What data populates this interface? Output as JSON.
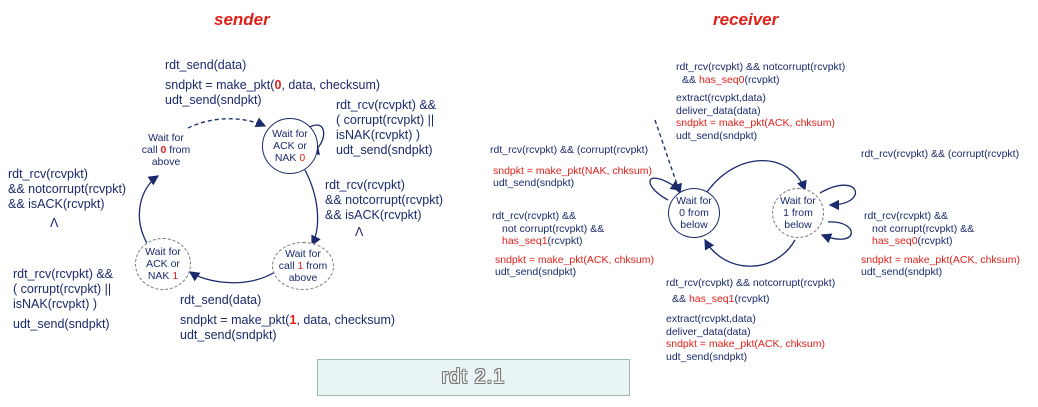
{
  "titles": {
    "sender": "sender",
    "receiver": "receiver"
  },
  "caption": "rdt 2.1",
  "sender": {
    "states": {
      "wait_call0": [
        "Wait for",
        "call ",
        "0",
        " from",
        "above"
      ],
      "wait_ack0": [
        "Wait for",
        "ACK  or",
        "NAK ",
        "0"
      ],
      "wait_call1": [
        "Wait for",
        "call ",
        "1",
        " from",
        "above"
      ],
      "wait_ack1": [
        "Wait for",
        "ACK  or",
        "NAK ",
        "1"
      ]
    },
    "t_send0": {
      "event": "rdt_send(data)",
      "a1": "sndpkt = make_pkt(",
      "a_seq": "0",
      "a2": ", data, checksum)",
      "a3": "udt_send(sndpkt)"
    },
    "t_self0": {
      "l1": "rdt_rcv(rcvpkt) &&",
      "l2": "( corrupt(rcvpkt) ||",
      "l3": "isNAK(rcvpkt) )",
      "l4": "udt_send(sndpkt)"
    },
    "t_ack0": {
      "l1": "rdt_rcv(rcvpkt)",
      "l2": "&& notcorrupt(rcvpkt)",
      "l3": "&& isACK(rcvpkt)",
      "l4": "Λ"
    },
    "t_send1": {
      "event": "rdt_send(data)",
      "a1": "sndpkt = make_pkt(",
      "a_seq": "1",
      "a2": ", data, checksum)",
      "a3": "udt_send(sndpkt)"
    },
    "t_self1": {
      "l1": "rdt_rcv(rcvpkt) &&",
      "l2": "(  corrupt(rcvpkt) ||",
      "l3": "isNAK(rcvpkt) )",
      "l4": "udt_send(sndpkt)"
    },
    "t_ack1": {
      "l1": "rdt_rcv(rcvpkt)",
      "l2": "&& notcorrupt(rcvpkt)",
      "l3": "&& isACK(rcvpkt)",
      "l4": "Λ"
    }
  },
  "receiver": {
    "states": {
      "wait0": [
        "Wait for",
        "0   from",
        "below"
      ],
      "wait1": [
        "Wait for",
        "1   from",
        "below"
      ]
    },
    "t_top": {
      "l1": "rdt_rcv(rcvpkt) && notcorrupt(rcvpkt)",
      "l2a": "&& ",
      "l2b": "has_seq0",
      "l2c": "(rcvpkt)",
      "l3": "extract(rcvpkt,data)",
      "l4": "deliver_data(data)",
      "l5": "sndpkt = make_pkt(ACK, chksum)",
      "l6": "udt_send(sndpkt)"
    },
    "t_corrupt0": {
      "l1": "rdt_rcv(rcvpkt) && (corrupt(rcvpkt)",
      "l2": "sndpkt = make_pkt(NAK, chksum)",
      "l3": "udt_send(sndpkt)"
    },
    "t_dup1": {
      "l1": "rdt_rcv(rcvpkt) &&",
      "l2": "not corrupt(rcvpkt) &&",
      "l3a": "has_seq1",
      "l3b": "(rcvpkt)",
      "l4": "sndpkt = make_pkt(ACK, chksum)",
      "l5": "udt_send(sndpkt)"
    },
    "t_corrupt1": {
      "l1": "rdt_rcv(rcvpkt) && (corrupt(rcvpkt)"
    },
    "t_dup0": {
      "l1": "rdt_rcv(rcvpkt) &&",
      "l2": "not corrupt(rcvpkt) &&",
      "l3a": "has_seq0",
      "l3b": "(rcvpkt)",
      "l4": "sndpkt = make_pkt(ACK, chksum)",
      "l5": "udt_send(sndpkt)"
    },
    "t_bottom": {
      "l1": "rdt_rcv(rcvpkt) && notcorrupt(rcvpkt)",
      "l2a": "&& ",
      "l2b": "has_seq1",
      "l2c": "(rcvpkt)",
      "l3": "extract(rcvpkt,data)",
      "l4": "deliver_data(data)",
      "l5": "sndpkt = make_pkt(ACK, chksum)",
      "l6": "udt_send(sndpkt)"
    }
  }
}
